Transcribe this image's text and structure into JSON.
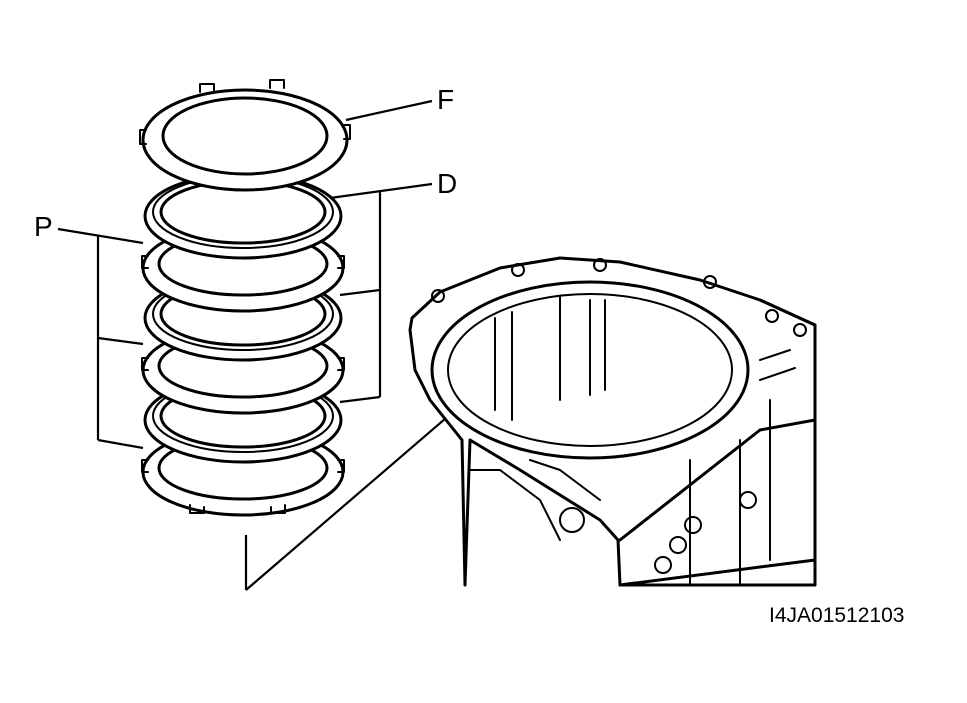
{
  "callouts": {
    "f": "F",
    "d": "D",
    "p": "P"
  },
  "reference_code": "I4JA01512103",
  "parts": [
    {
      "id": "flange",
      "label": "F"
    },
    {
      "id": "disc",
      "label": "D"
    },
    {
      "id": "plate",
      "label": "P"
    }
  ]
}
